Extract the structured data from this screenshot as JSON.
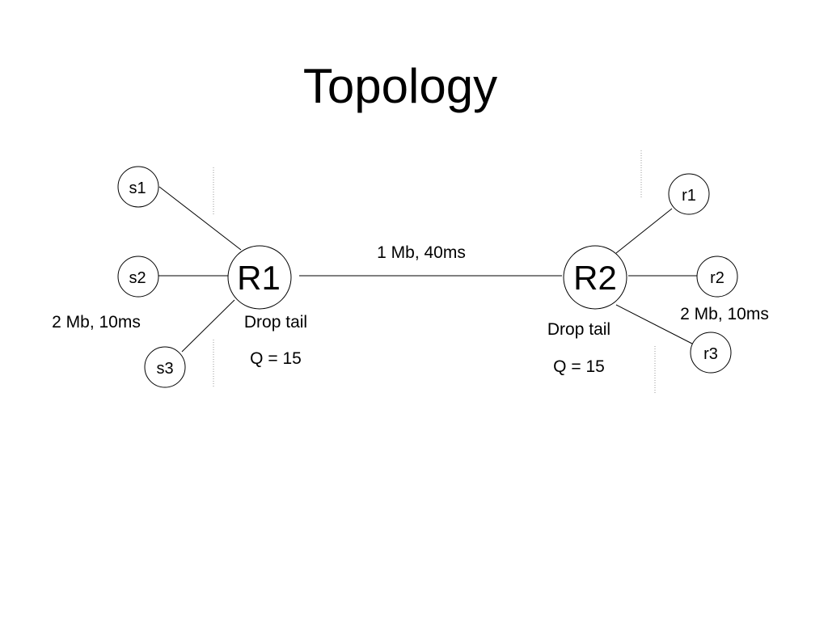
{
  "title": "Topology",
  "nodes": {
    "s1": "s1",
    "s2": "s2",
    "s3": "s3",
    "R1": "R1",
    "R2": "R2",
    "r1": "r1",
    "r2": "r2",
    "r3": "r3"
  },
  "labels": {
    "bottleneck_link": "1 Mb, 40ms",
    "left_access_link": "2 Mb, 10ms",
    "right_access_link": "2 Mb, 10ms",
    "r1_queue_policy": "Drop tail",
    "r1_queue_size": "Q = 15",
    "r2_queue_policy": "Drop tail",
    "r2_queue_size": "Q = 15"
  }
}
